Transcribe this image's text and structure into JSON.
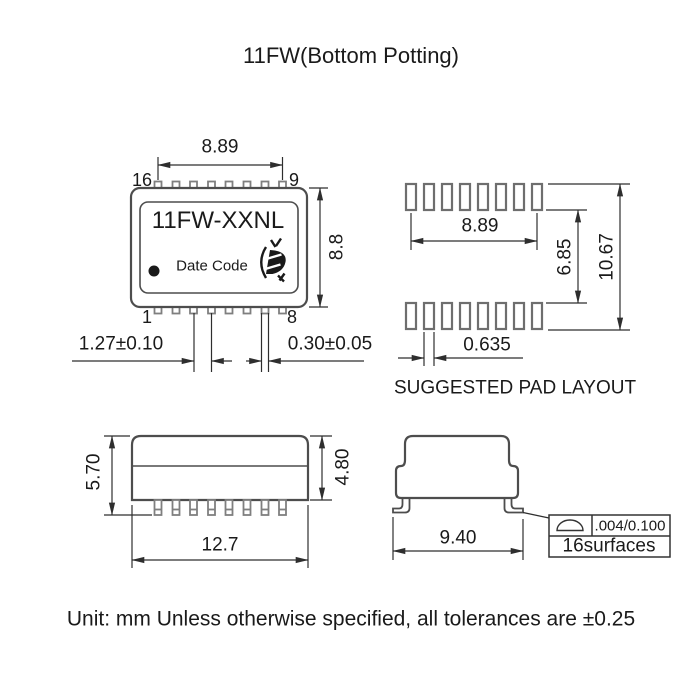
{
  "colors": {
    "background": "#ffffff",
    "body_line": "#4d4d4d",
    "pin_line": "#7f7f7f",
    "dim_line": "#2e2e2e",
    "text": "#1a1a1a"
  },
  "title": "11FW(Bottom Potting)",
  "note": "Unit: mm Unless otherwise specified, all tolerances are ±0.25",
  "top_view": {
    "part_number": "11FW-XXNL",
    "date_code": "Date Code",
    "pins": {
      "top_left": "16",
      "top_right": "9",
      "bottom_left": "1",
      "bottom_right": "8"
    },
    "dim_lead_span": "8.89",
    "dim_body_height": "8.8",
    "dim_lead_pitch": "1.27±0.10",
    "dim_lead_width": "0.30±0.05"
  },
  "pad_layout": {
    "caption": "SUGGESTED PAD LAYOUT",
    "dim_pad_span": "8.89",
    "dim_row_gap": "6.85",
    "dim_overall": "10.67",
    "dim_pad_width": "0.635"
  },
  "side_view": {
    "dim_total_height": "5.70",
    "dim_body_height": "4.80",
    "dim_body_width": "12.7"
  },
  "end_view": {
    "dim_lead_span": "9.40",
    "coplanarity": {
      "symbol": "surface-profile-icon",
      "value": ".004/0.100",
      "scope": "16surfaces"
    }
  }
}
